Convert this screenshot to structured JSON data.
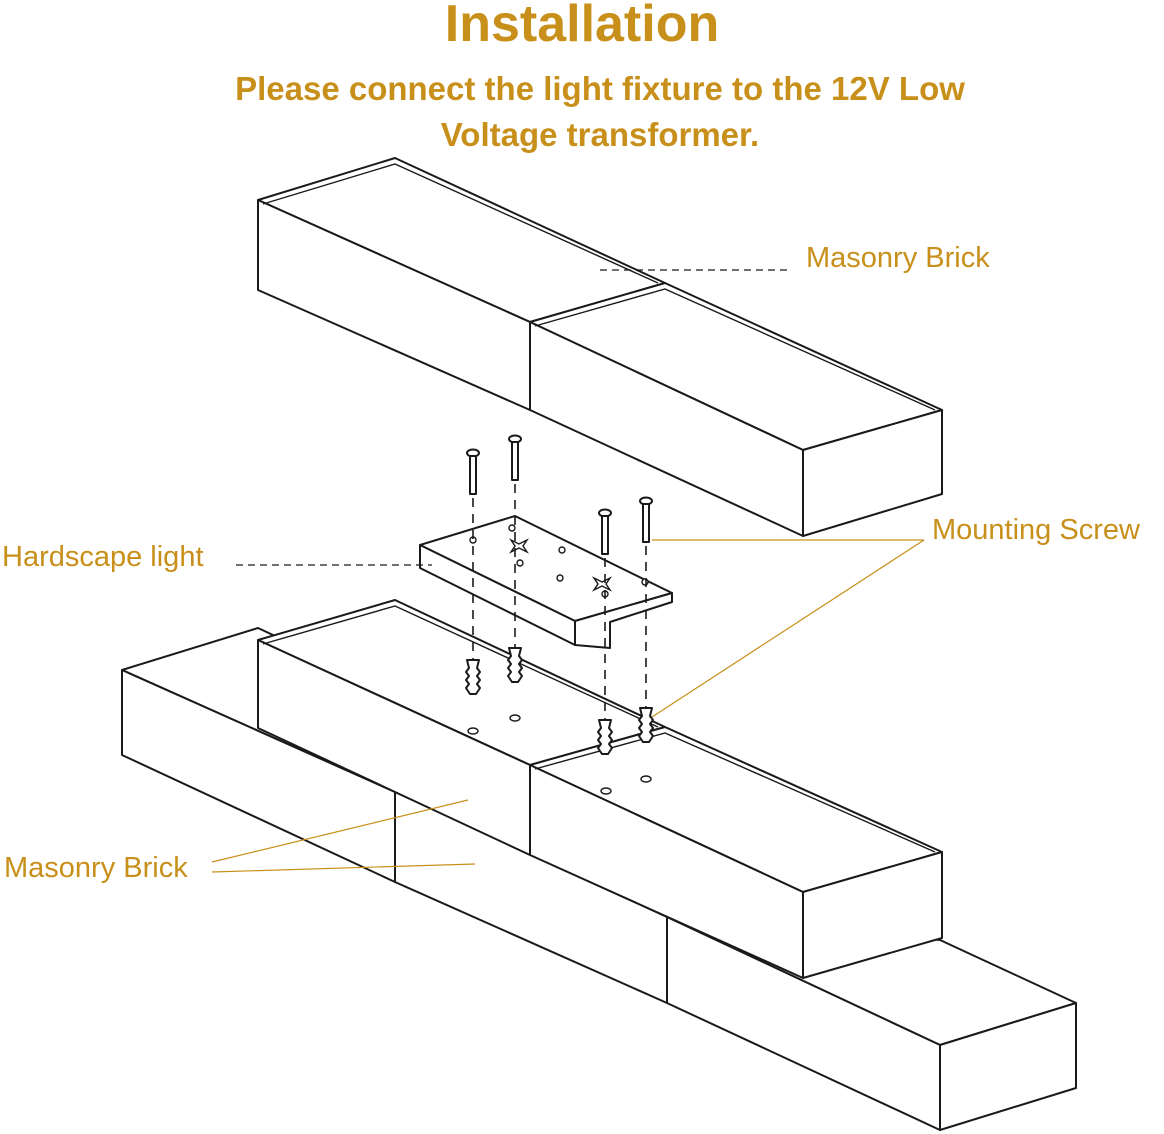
{
  "colors": {
    "accent": "#c8901a",
    "line": "#1a1a1a"
  },
  "header": {
    "title": "Installation",
    "subtitle": "Please connect the light fixture to the 12V  Low\nVoltage transformer."
  },
  "labels": {
    "top_brick": "Masonry Brick",
    "hardscape_light": "Hardscape light",
    "mounting_screw": "Mounting Screw",
    "bottom_brick": "Masonry Brick"
  }
}
